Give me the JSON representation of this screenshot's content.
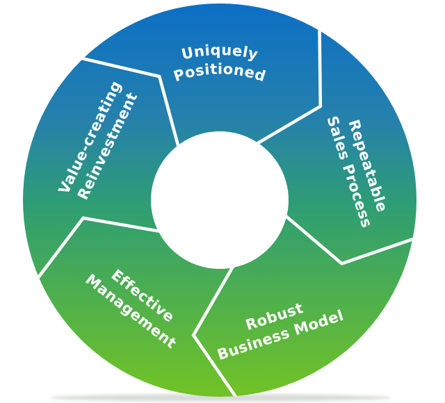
{
  "figure": {
    "type": "cycle-donut-diagram",
    "segment_count": 5,
    "segments": [
      {
        "id": "uniquely-positioned",
        "line1": "Uniquely",
        "line2": "Positioned"
      },
      {
        "id": "repeatable-sales-process",
        "line1": "Repeatable",
        "line2": "Sales Process"
      },
      {
        "id": "robust-business-model",
        "line1": "Robust",
        "line2": "Business Model"
      },
      {
        "id": "effective-management",
        "line1": "Effective",
        "line2": "Management"
      },
      {
        "id": "value-creating-reinvestment",
        "line1": "Value-creating",
        "line2": "Reinvestment"
      }
    ],
    "colors": {
      "gradient_top": "#0c6fc5",
      "gradient_upper_mid": "#2681ab",
      "gradient_middle": "#2f9e72",
      "gradient_bottom": "#71c325",
      "divider": "#ffffff",
      "label_text": "#ffffff",
      "background": "#ffffff",
      "shadow": "#8a958a"
    }
  }
}
